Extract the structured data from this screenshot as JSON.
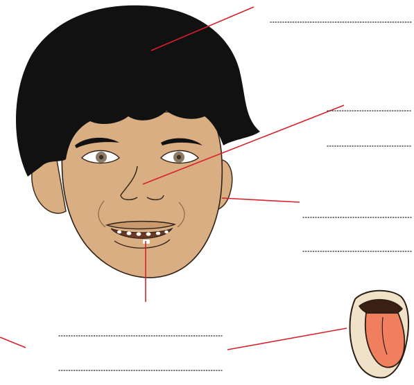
{
  "worksheet": {
    "labels": [
      {
        "part": "hair",
        "answer": ""
      },
      {
        "part": "nose",
        "answer": ""
      },
      {
        "part": "eye",
        "answer": ""
      },
      {
        "part": "ear",
        "answer": ""
      },
      {
        "part": "cheek",
        "answer": ""
      },
      {
        "part": "teeth",
        "answer": ""
      },
      {
        "part": "lips",
        "answer": ""
      },
      {
        "part": "tongue",
        "answer": ""
      }
    ]
  },
  "colors": {
    "hair": "#111111",
    "skin": "#d9ae83",
    "skin_shade": "#c99a6e",
    "pointer": "#d8202b",
    "tongue": "#f07f5f",
    "dotted_line": "#222222"
  },
  "icons": [
    "face-illustration",
    "tongue-illustration"
  ]
}
